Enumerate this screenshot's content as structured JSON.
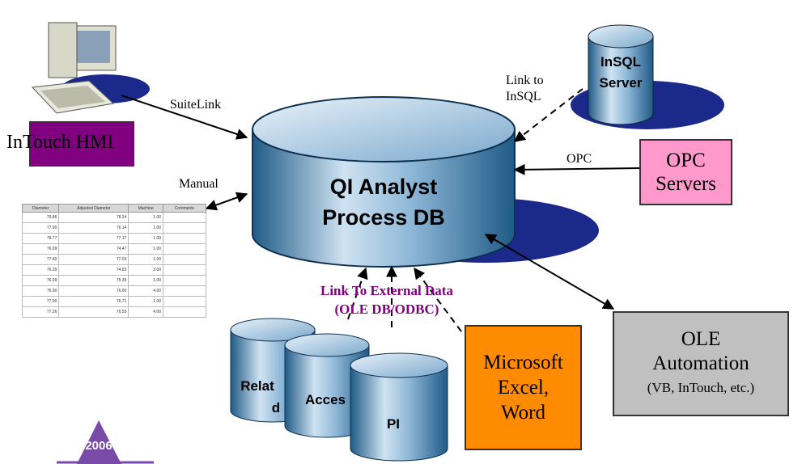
{
  "main_db": {
    "line1": "QI Analyst",
    "line2": "Process DB"
  },
  "insql": {
    "line1": "InSQL",
    "line2": "Server",
    "link_line1": "Link to",
    "link_line2": "InSQL"
  },
  "intouch": {
    "label": "InTouch HMI",
    "link": "SuiteLink"
  },
  "opc": {
    "line1": "OPC",
    "line2": "Servers",
    "link": "OPC"
  },
  "manual": {
    "label": "Manual"
  },
  "grid": {
    "headers": [
      "Diameter",
      "Adjusted Diameter",
      "Machine",
      "Comments"
    ],
    "rows": [
      [
        "79.86",
        "78.24",
        "1.00",
        ""
      ],
      [
        "77.00",
        "76.14",
        "1.00",
        ""
      ],
      [
        "78.77",
        "77.17",
        "1.00",
        ""
      ],
      [
        "76.09",
        "74.47",
        "1.00",
        ""
      ],
      [
        "77.60",
        "77.03",
        "1.00",
        ""
      ],
      [
        "76.39",
        "74.83",
        "3.00",
        ""
      ],
      [
        "76.09",
        "75.35",
        "1.00",
        ""
      ],
      [
        "76.90",
        "76.60",
        "4.00",
        ""
      ],
      [
        "77.90",
        "76.71",
        "1.00",
        ""
      ],
      [
        "77.26",
        "76.55",
        "4.00",
        ""
      ]
    ]
  },
  "external": {
    "line1": "Link To External Data",
    "line2": "(OLE DB/ODBC)",
    "color": "#800080"
  },
  "small_dbs": {
    "relational_line1": "Relat",
    "relational_line2": "d",
    "access": "Acces",
    "pi": "PI"
  },
  "excel": {
    "line1": "Microsoft",
    "line2": "Excel,",
    "line3": "Word",
    "color": "#ff8c00"
  },
  "ole": {
    "line1": "OLE",
    "line2": "Automation",
    "line3": "(VB, InTouch, etc.)",
    "color": "#c0c0c0"
  },
  "logo": {
    "year": "2006"
  },
  "colors": {
    "intouch_box": "#800080",
    "opc_box": "#ff99cc",
    "cylinder_dark": "#2a6a9a",
    "cylinder_light": "#cfe3f2"
  }
}
